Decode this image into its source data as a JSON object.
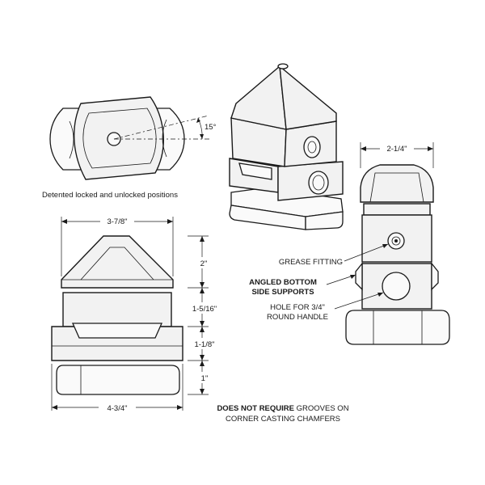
{
  "top_view": {
    "angle": "15°",
    "caption": "Detented locked and unlocked positions"
  },
  "front_view": {
    "width_top": "3-7/8\"",
    "width_bottom": "4-3/4\"",
    "height_cone": "2\"",
    "height_mid": "1-5/16\"",
    "height_flange": "1-1/8\"",
    "height_base": "1\""
  },
  "side_view": {
    "width": "2-1/4\"",
    "callout_grease": "GREASE FITTING",
    "callout_supports_line1": "ANGLED BOTTOM",
    "callout_supports_line2": "SIDE SUPPORTS",
    "callout_hole_line1": "HOLE FOR 3/4\"",
    "callout_hole_line2": "ROUND HANDLE"
  },
  "note": {
    "bold": "DOES NOT REQUIRE",
    "rest_line1": " GROOVES ON",
    "line2": "CORNER CASTING CHAMFERS"
  }
}
